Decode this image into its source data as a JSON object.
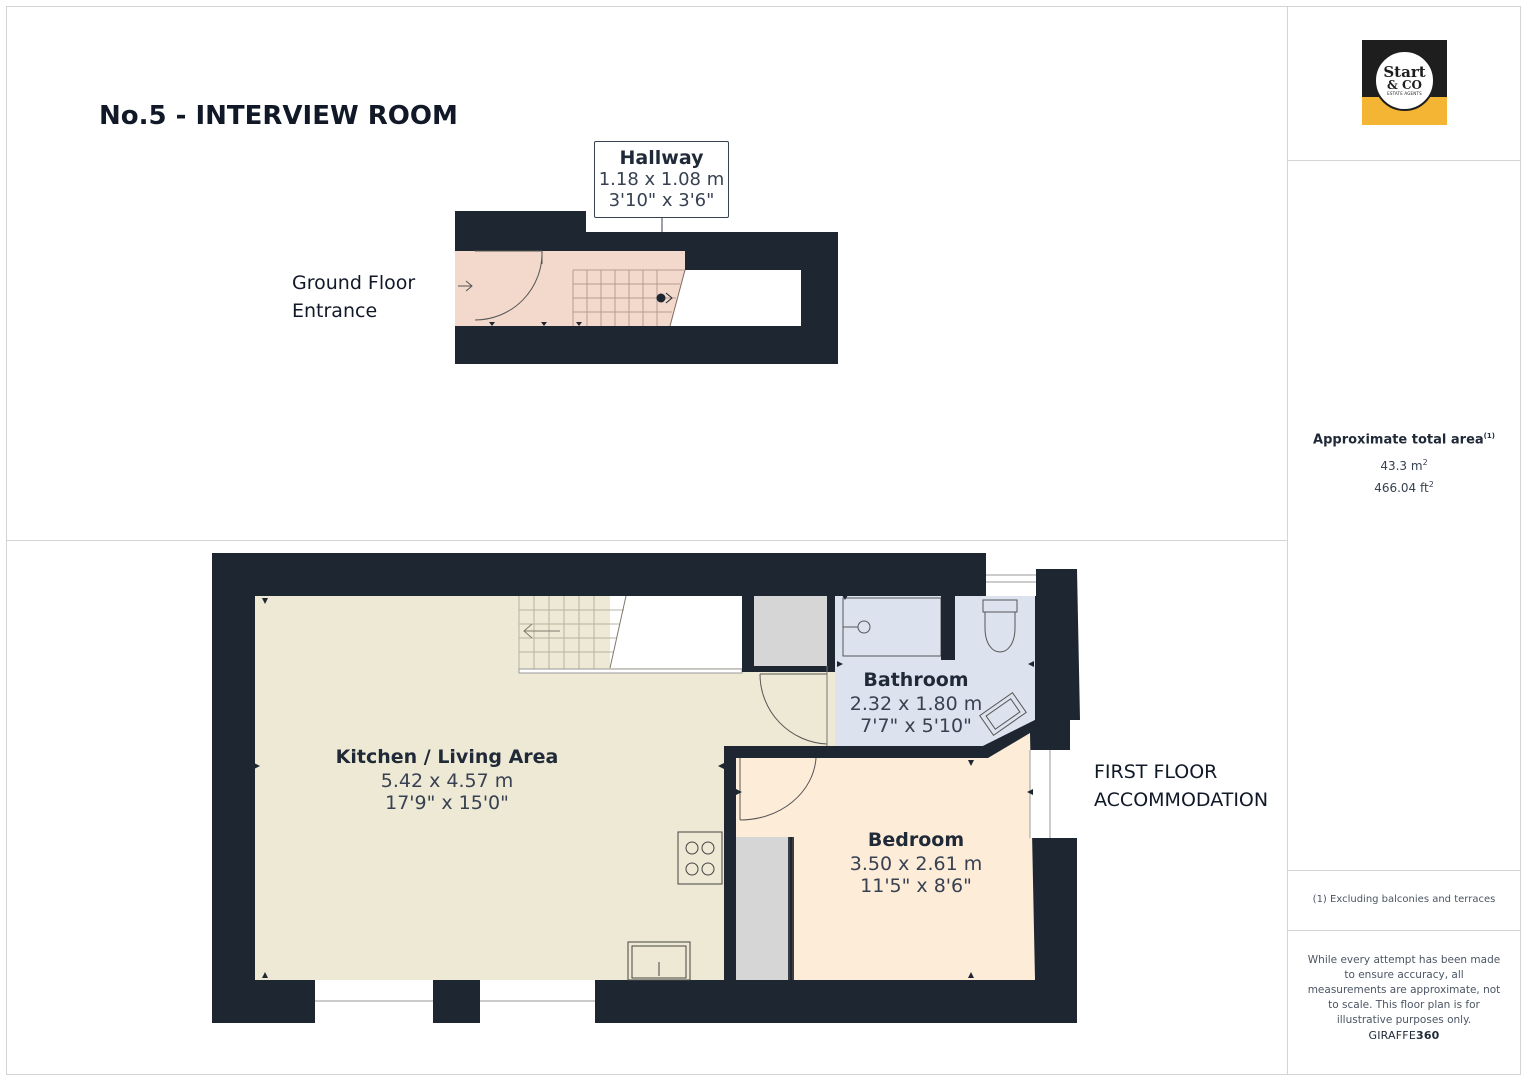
{
  "title": "No.5 - INTERVIEW ROOM",
  "ground_floor": {
    "annotation_line1": "Ground Floor",
    "annotation_line2": "Entrance",
    "hallway": {
      "name": "Hallway",
      "metric": "1.18 x 1.08 m",
      "imperial": "3'10\" x 3'6\""
    }
  },
  "first_floor": {
    "annotation_line1": "FIRST FLOOR",
    "annotation_line2": "ACCOMMODATION",
    "kitchen": {
      "name": "Kitchen / Living Area",
      "metric": "5.42 x 4.57 m",
      "imperial": "17'9\" x 15'0\""
    },
    "bathroom": {
      "name": "Bathroom",
      "metric": "2.32 x 1.80 m",
      "imperial": "7'7\" x 5'10\""
    },
    "bedroom": {
      "name": "Bedroom",
      "metric": "3.50 x 2.61 m",
      "imperial": "11'5\" x 8'6\""
    }
  },
  "sidebar": {
    "logo_line1": "Start",
    "logo_line2": "& CO",
    "logo_line3": "ESTATE AGENTS",
    "area_title": "Approximate total area",
    "area_sup": "(1)",
    "area_m2": "43.3 m",
    "area_ft2": "466.04 ft",
    "sup_2": "2",
    "footnote": "(1) Excluding balconies and terraces",
    "disclaimer": "While every attempt has been made to ensure accuracy, all measurements are approximate, not to scale. This floor plan is for illustrative purposes only.",
    "brand_a": "GIRAFFE",
    "brand_b": "360"
  },
  "colors": {
    "wall": "#1e2632",
    "kitchen_fill": "#eee9d5",
    "bathroom_fill": "#dde3ee",
    "bedroom_fill": "#fdecd8",
    "hallway_fill": "#f3d9cc",
    "unit_fill": "#d6d6d6",
    "logo_accent": "#f3b533"
  }
}
